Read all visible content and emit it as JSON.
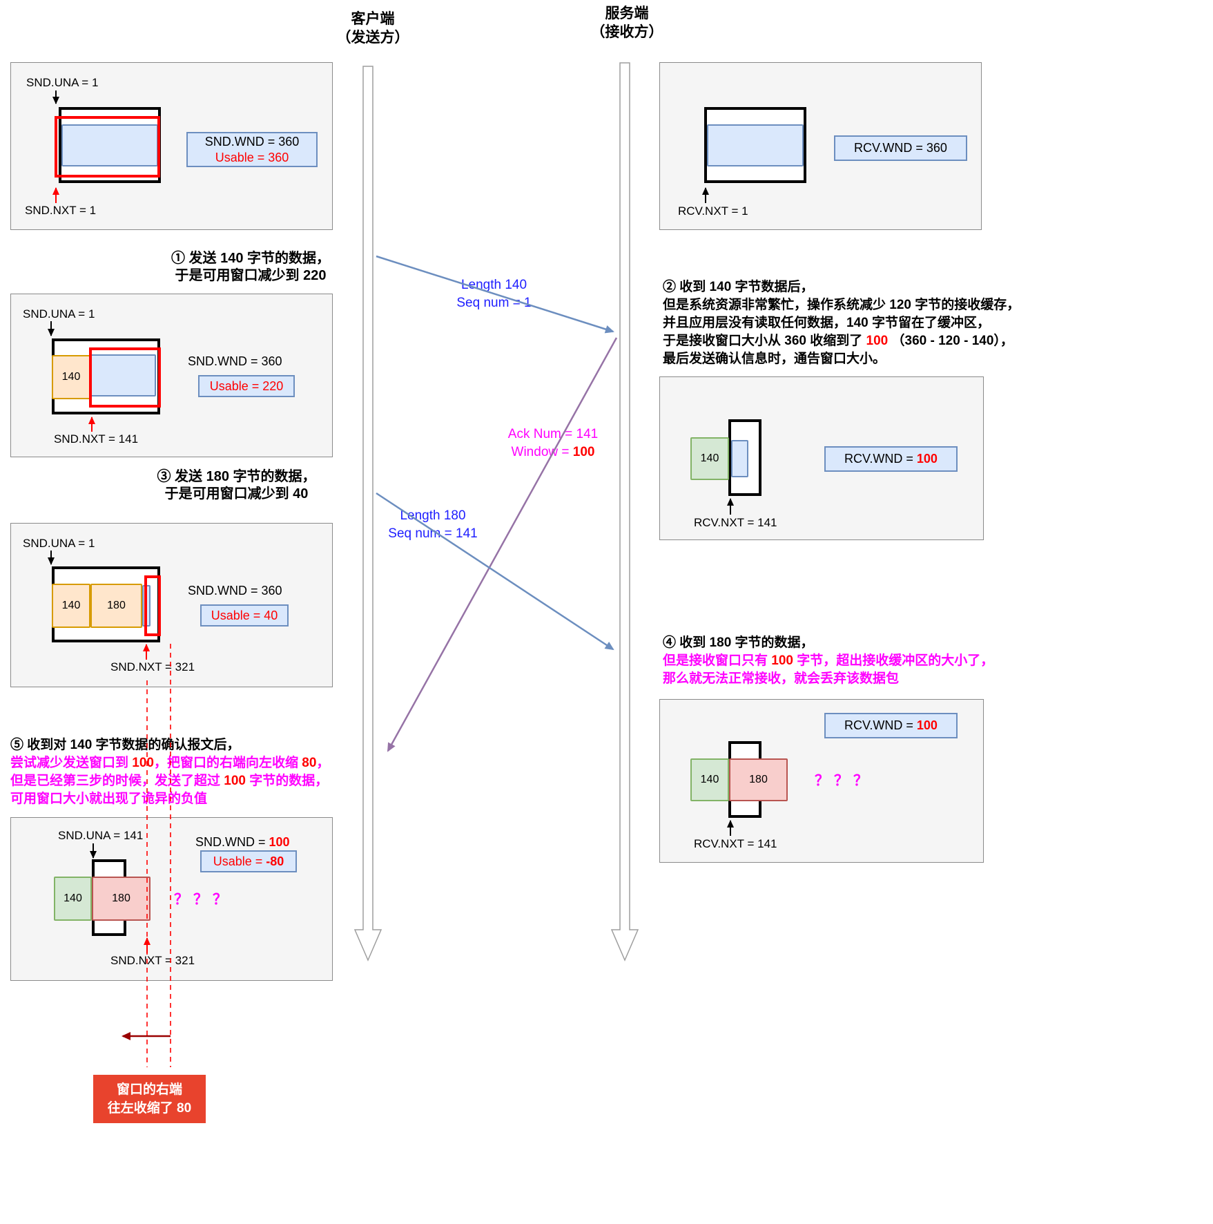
{
  "headers": {
    "client": [
      "客户端",
      "（发送方）"
    ],
    "server": [
      "服务端",
      "（接收方）"
    ]
  },
  "panel1": {
    "snd_una": "SND.UNA = 1",
    "snd_wnd": "SND.WND = 360",
    "usable": "Usable = 360",
    "snd_nxt": "SND.NXT = 1"
  },
  "panel2": {
    "rcv_wnd": "RCV.WND = 360",
    "rcv_nxt": "RCV.NXT = 1"
  },
  "step1": [
    "① 发送 140 字节的数据，",
    "于是可用窗口减少到 220"
  ],
  "msg1": [
    "Length 140",
    "Seq num = 1"
  ],
  "step2": {
    "line1": "② 收到 140 字节数据后，",
    "line2": "但是系统资源非常繁忙，操作系统减少 120 字节的接收缓存，",
    "line3": "并且应用层没有读取任何数据，140 字节留在了缓冲区，",
    "line4_pre": "于是接收窗口大小从 360 收缩到了 ",
    "line4_val": "100",
    "line4_post": " （360 - 120 - 140），",
    "line5": "最后发送确认信息时，通告窗口大小。"
  },
  "panel3": {
    "snd_una": "SND.UNA = 1",
    "seg1": "140",
    "snd_wnd": "SND.WND = 360",
    "usable": "Usable = 220",
    "snd_nxt": "SND.NXT = 141"
  },
  "msg2": {
    "line1": "Ack Num = 141",
    "line2_pre": "Window = ",
    "line2_val": "100"
  },
  "panel4": {
    "seg1": "140",
    "rcv_wnd_pre": "RCV.WND = ",
    "rcv_wnd_val": "100",
    "rcv_nxt": "RCV.NXT = 141"
  },
  "step3": [
    "③ 发送 180 字节的数据，",
    "于是可用窗口减少到 40"
  ],
  "msg3": [
    "Length 180",
    "Seq num = 141"
  ],
  "panel5": {
    "snd_una": "SND.UNA = 1",
    "seg1": "140",
    "seg2": "180",
    "snd_wnd": "SND.WND = 360",
    "usable": "Usable = 40",
    "snd_nxt": "SND.NXT = 321"
  },
  "step4": {
    "line1": "④ 收到 180 字节的数据，",
    "line2_pre": "但是接收窗口只有 ",
    "line2_val": "100",
    "line2_post": " 字节，超出接收缓冲区的大小了，",
    "line3": "那么就无法正常接收，就会丢弃该数据包"
  },
  "panel6": {
    "rcv_wnd_pre": "RCV.WND = ",
    "rcv_wnd_val": "100",
    "seg1": "140",
    "seg2": "180",
    "question": "？？？",
    "rcv_nxt": "RCV.NXT = 141"
  },
  "step5": {
    "line1": "⑤ 收到对 140 字节数据的确认报文后，",
    "line2_pre": "尝试减少发送窗口到 ",
    "line2_val1": "100",
    "line2_mid": "，把窗口的右端向左收缩 ",
    "line2_val2": "80",
    "line2_post": "，",
    "line3_pre": "但是已经第三步的时候，发送了超过 ",
    "line3_val": "100",
    "line3_post": " 字节的数据，",
    "line4": "可用窗口大小就出现了诡异的负值"
  },
  "panel7": {
    "snd_una": "SND.UNA = 141",
    "snd_wnd_pre": "SND.WND = ",
    "snd_wnd_val": "100",
    "usable_pre": "Usable = ",
    "usable_val": "-80",
    "seg1": "140",
    "seg2": "180",
    "question": "？？？",
    "snd_nxt": "SND.NXT = 321"
  },
  "callout": [
    "窗口的右端",
    "往左收缩了 80"
  ],
  "colors": {
    "red": "#ff0000",
    "magenta": "#ff00ff",
    "blue_text": "#2020ff",
    "arrow_blue": "#6c8ebf",
    "arrow_purple": "#9673a6",
    "blue_fill": "#dae8fc",
    "orange_fill": "#ffe6cc",
    "green_fill": "#d5e8d4",
    "pink_fill": "#f8cecc",
    "callout_bg": "#e8432d"
  }
}
